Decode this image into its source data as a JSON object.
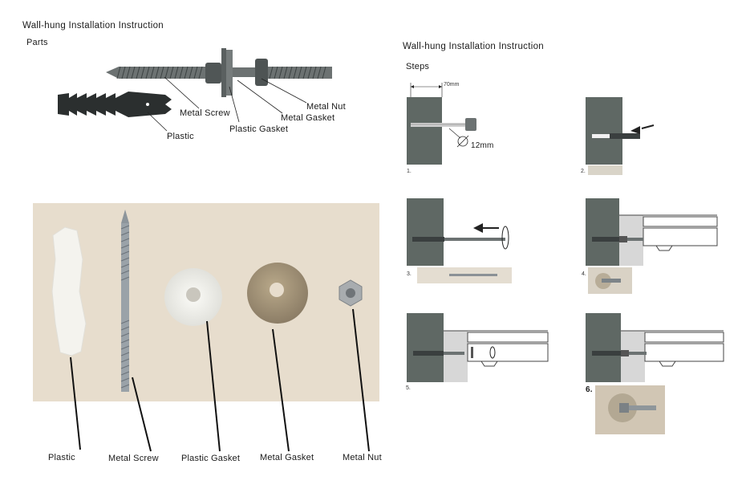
{
  "left": {
    "title": "Wall-hung Installation Instruction",
    "parts_heading": "Parts",
    "diagram_labels": {
      "metal_nut": "Metal Nut",
      "metal_screw": "Metal Screw",
      "metal_gasket": "Metal Gasket",
      "plastic_gasket": "Plastic Gasket",
      "plastic": "Plastic"
    },
    "photo_labels": [
      "Plastic",
      "Metal Screw",
      "Plastic Gasket",
      "Metal Gasket",
      "Metal Nut"
    ]
  },
  "right": {
    "title": "Wall-hung Installation Instruction",
    "steps_heading": "Steps",
    "step1": {
      "number": "1.",
      "depth": "70mm",
      "diameter": "12mm"
    },
    "step2": {
      "number": "2."
    },
    "step3": {
      "number": "3."
    },
    "step4": {
      "number": "4."
    },
    "step5": {
      "number": "5."
    },
    "step6": {
      "number": "6."
    }
  },
  "colors": {
    "wall": "#5f6864",
    "metal": "#6f7575",
    "photo_bg": "#e7ddcd"
  }
}
